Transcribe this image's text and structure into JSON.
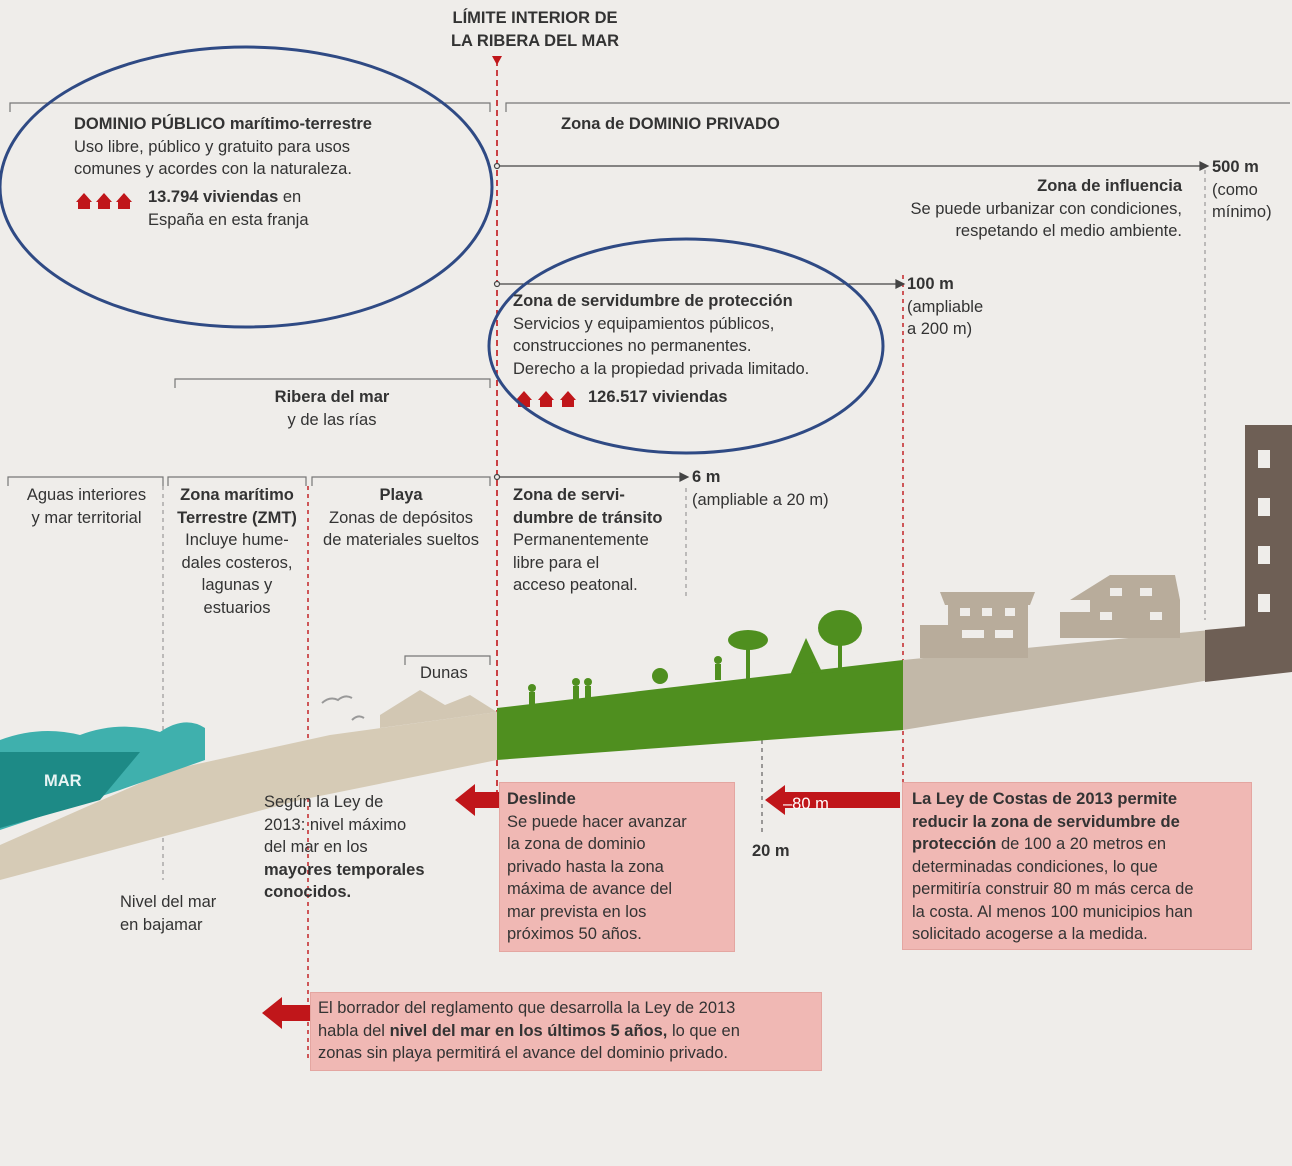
{
  "limit": {
    "line1": "LÍMITE INTERIOR DE",
    "line2": "LA RIBERA DEL MAR"
  },
  "public_domain": {
    "title": "DOMINIO PÚBLICO marítimo-terrestre",
    "desc1": "Uso libre, público y gratuito para usos",
    "desc2": "comunes y acordes con la naturaleza.",
    "count": "13.794 viviendas",
    "count_suffix": " en",
    "desc3": "España en esta franja"
  },
  "private_domain": {
    "title": "Zona de DOMINIO PRIVADO"
  },
  "influence": {
    "title": "Zona de influencia",
    "desc1": "Se puede urbanizar con condiciones,",
    "desc2": "respetando el medio ambiente.",
    "distance": "500 m",
    "note1": "(como",
    "note2": "mínimo)"
  },
  "protection": {
    "title": "Zona de servidumbre de protección",
    "desc1": "Servicios y equipamientos públicos,",
    "desc2": "construcciones no permanentes.",
    "desc3": "Derecho a la propiedad privada limitado.",
    "count": "126.517 viviendas",
    "distance": "100 m",
    "note1": "(ampliable",
    "note2": "a 200 m)"
  },
  "ribera": {
    "line1": "Ribera del mar",
    "line2": "y de las rías"
  },
  "aguas": {
    "line1": "Aguas interiores",
    "line2": "y mar territorial"
  },
  "zmt": {
    "line1": "Zona marítimo",
    "line2": "Terrestre (ZMT)",
    "desc1": "Incluye hume-",
    "desc2": "dales costeros,",
    "desc3": "lagunas y",
    "desc4": "estuarios"
  },
  "playa": {
    "title": "Playa",
    "desc1": "Zonas de depósitos",
    "desc2": "de materiales sueltos"
  },
  "transito": {
    "line1": "Zona de servi-",
    "line2": "dumbre de tránsito",
    "desc1": "Permanentemente",
    "desc2": "libre para el",
    "desc3": "acceso peatonal.",
    "distance": "6 m",
    "note": "(ampliable a 20 m)"
  },
  "dunas": "Dunas",
  "mar": "MAR",
  "nivel_bajamar": {
    "line1": "Nivel del mar",
    "line2": "en bajamar"
  },
  "ley2013": {
    "line1": "Según la Ley de",
    "line2": "2013: nivel máximo",
    "line3": "del mar en los",
    "line4": "mayores temporales",
    "line5": "conocidos."
  },
  "deslinde": {
    "title": "Deslinde",
    "line1": "Se puede hacer avanzar",
    "line2": "la zona de dominio",
    "line3": "privado hasta la zona",
    "line4": "máxima de avance del",
    "line5": "mar prevista en los",
    "line6": "próximos 50 años."
  },
  "minus80": "–80 m",
  "twenty": "20 m",
  "costas": {
    "line1": "La Ley de Costas de 2013 permite",
    "line2": "reducir la zona de servidumbre de",
    "line3b": "protección",
    "line3": " de 100 a 20 metros en",
    "line4": "determinadas condiciones, lo que",
    "line5": "permitiría construir 80 m más cerca de",
    "line6": "la costa. Al menos 100 municipios han",
    "line7": "solicitado acogerse a la medida."
  },
  "borrador": {
    "line1": "El borrador del reglamento que desarrolla la Ley de 2013",
    "line2a": "habla del ",
    "line2b": "nivel del mar en los últimos 5 años,",
    "line2c": " lo que en",
    "line3": "zonas sin playa permitirá el avance del dominio privado."
  },
  "colors": {
    "accent_red": "#c0161a",
    "box": "#f0b8b4",
    "green": "#4f8f1f",
    "sea": "#1d8a86",
    "ellipse": "#2f4a84"
  }
}
